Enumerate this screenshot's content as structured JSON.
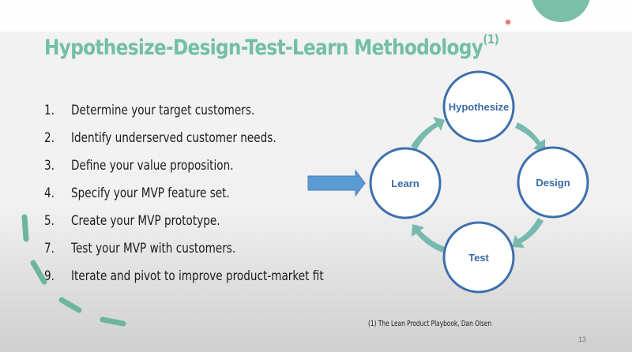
{
  "slide": {
    "title": "Hypothesize-Design-Test-Learn Methodology",
    "title_superscript": "(1)",
    "steps": [
      {
        "num": "1.",
        "text": "Determine your target customers."
      },
      {
        "num": "2.",
        "text": "Identify underserved customer needs."
      },
      {
        "num": "3.",
        "text": "Define your value proposition."
      },
      {
        "num": "4.",
        "text": "Specify your MVP feature set."
      },
      {
        "num": "5.",
        "text": "Create your MVP prototype."
      },
      {
        "num": "7.",
        "text": "Test your MVP with customers."
      },
      {
        "num": "9.",
        "text": "Iterate and pivot to improve product-market fit"
      }
    ],
    "cycle": {
      "nodes": [
        "Hypothesize",
        "Design",
        "Test",
        "Learn"
      ],
      "arrow_icon": "right-arrow-icon"
    },
    "footnote": "(1) The Lean Product Playbook, Dan Olsen",
    "page_number": "13"
  },
  "colors": {
    "title": "#72bfa6",
    "accent_teal": "#7bbfa9",
    "circle_stroke": "#3e6fac",
    "circle_text": "#3a6aa6",
    "cycle_arrow": "#78b9ad",
    "input_arrow": "#5b9bd5"
  }
}
